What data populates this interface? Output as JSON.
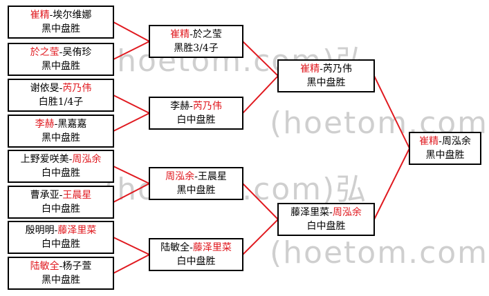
{
  "watermark": "(hoetom.com)弘",
  "matches": [
    {
      "id": "r1m1",
      "round": 1,
      "p1": "崔精",
      "p2": "埃尔维娜",
      "winner": 1,
      "result": "黑中盘胜"
    },
    {
      "id": "r1m2",
      "round": 1,
      "p1": "於之莹",
      "p2": "吴侑珍",
      "winner": 1,
      "result": "黑中盘胜"
    },
    {
      "id": "r1m3",
      "round": 1,
      "p1": "谢依旻",
      "p2": "芮乃伟",
      "winner": 2,
      "result": "白胜1/4子"
    },
    {
      "id": "r1m4",
      "round": 1,
      "p1": "李赫",
      "p2": "黑嘉嘉",
      "winner": 1,
      "result": "黑中盘胜"
    },
    {
      "id": "r1m5",
      "round": 1,
      "p1": "上野爱咲美",
      "p2": "周泓余",
      "winner": 2,
      "result": "白中盘胜"
    },
    {
      "id": "r1m6",
      "round": 1,
      "p1": "曹承亚",
      "p2": "王晨星",
      "winner": 2,
      "result": "白中盘胜"
    },
    {
      "id": "r1m7",
      "round": 1,
      "p1": "殷明明",
      "p2": "藤泽里菜",
      "winner": 2,
      "result": "白中盘胜"
    },
    {
      "id": "r1m8",
      "round": 1,
      "p1": "陆敏全",
      "p2": "杨子萱",
      "winner": 1,
      "result": "黑中盘胜"
    },
    {
      "id": "r2m1",
      "round": 2,
      "p1": "崔精",
      "p2": "於之莹",
      "winner": 1,
      "result": "黑胜3/4子"
    },
    {
      "id": "r2m2",
      "round": 2,
      "p1": "李赫",
      "p2": "芮乃伟",
      "winner": 2,
      "result": "白中盘胜"
    },
    {
      "id": "r2m3",
      "round": 2,
      "p1": "周泓余",
      "p2": "王晨星",
      "winner": 1,
      "result": "黑中盘胜"
    },
    {
      "id": "r2m4",
      "round": 2,
      "p1": "陆敏全",
      "p2": "藤泽里菜",
      "winner": 2,
      "result": "白中盘胜"
    },
    {
      "id": "r3m1",
      "round": 3,
      "p1": "崔精",
      "p2": "芮乃伟",
      "winner": 1,
      "result": "黑中盘胜"
    },
    {
      "id": "r3m2",
      "round": 3,
      "p1": "藤泽里菜",
      "p2": "周泓余",
      "winner": 2,
      "result": "白中盘胜"
    },
    {
      "id": "final",
      "round": 4,
      "p1": "崔精",
      "p2": "周泓余",
      "winner": 1,
      "result": "黑中盘胜"
    }
  ]
}
